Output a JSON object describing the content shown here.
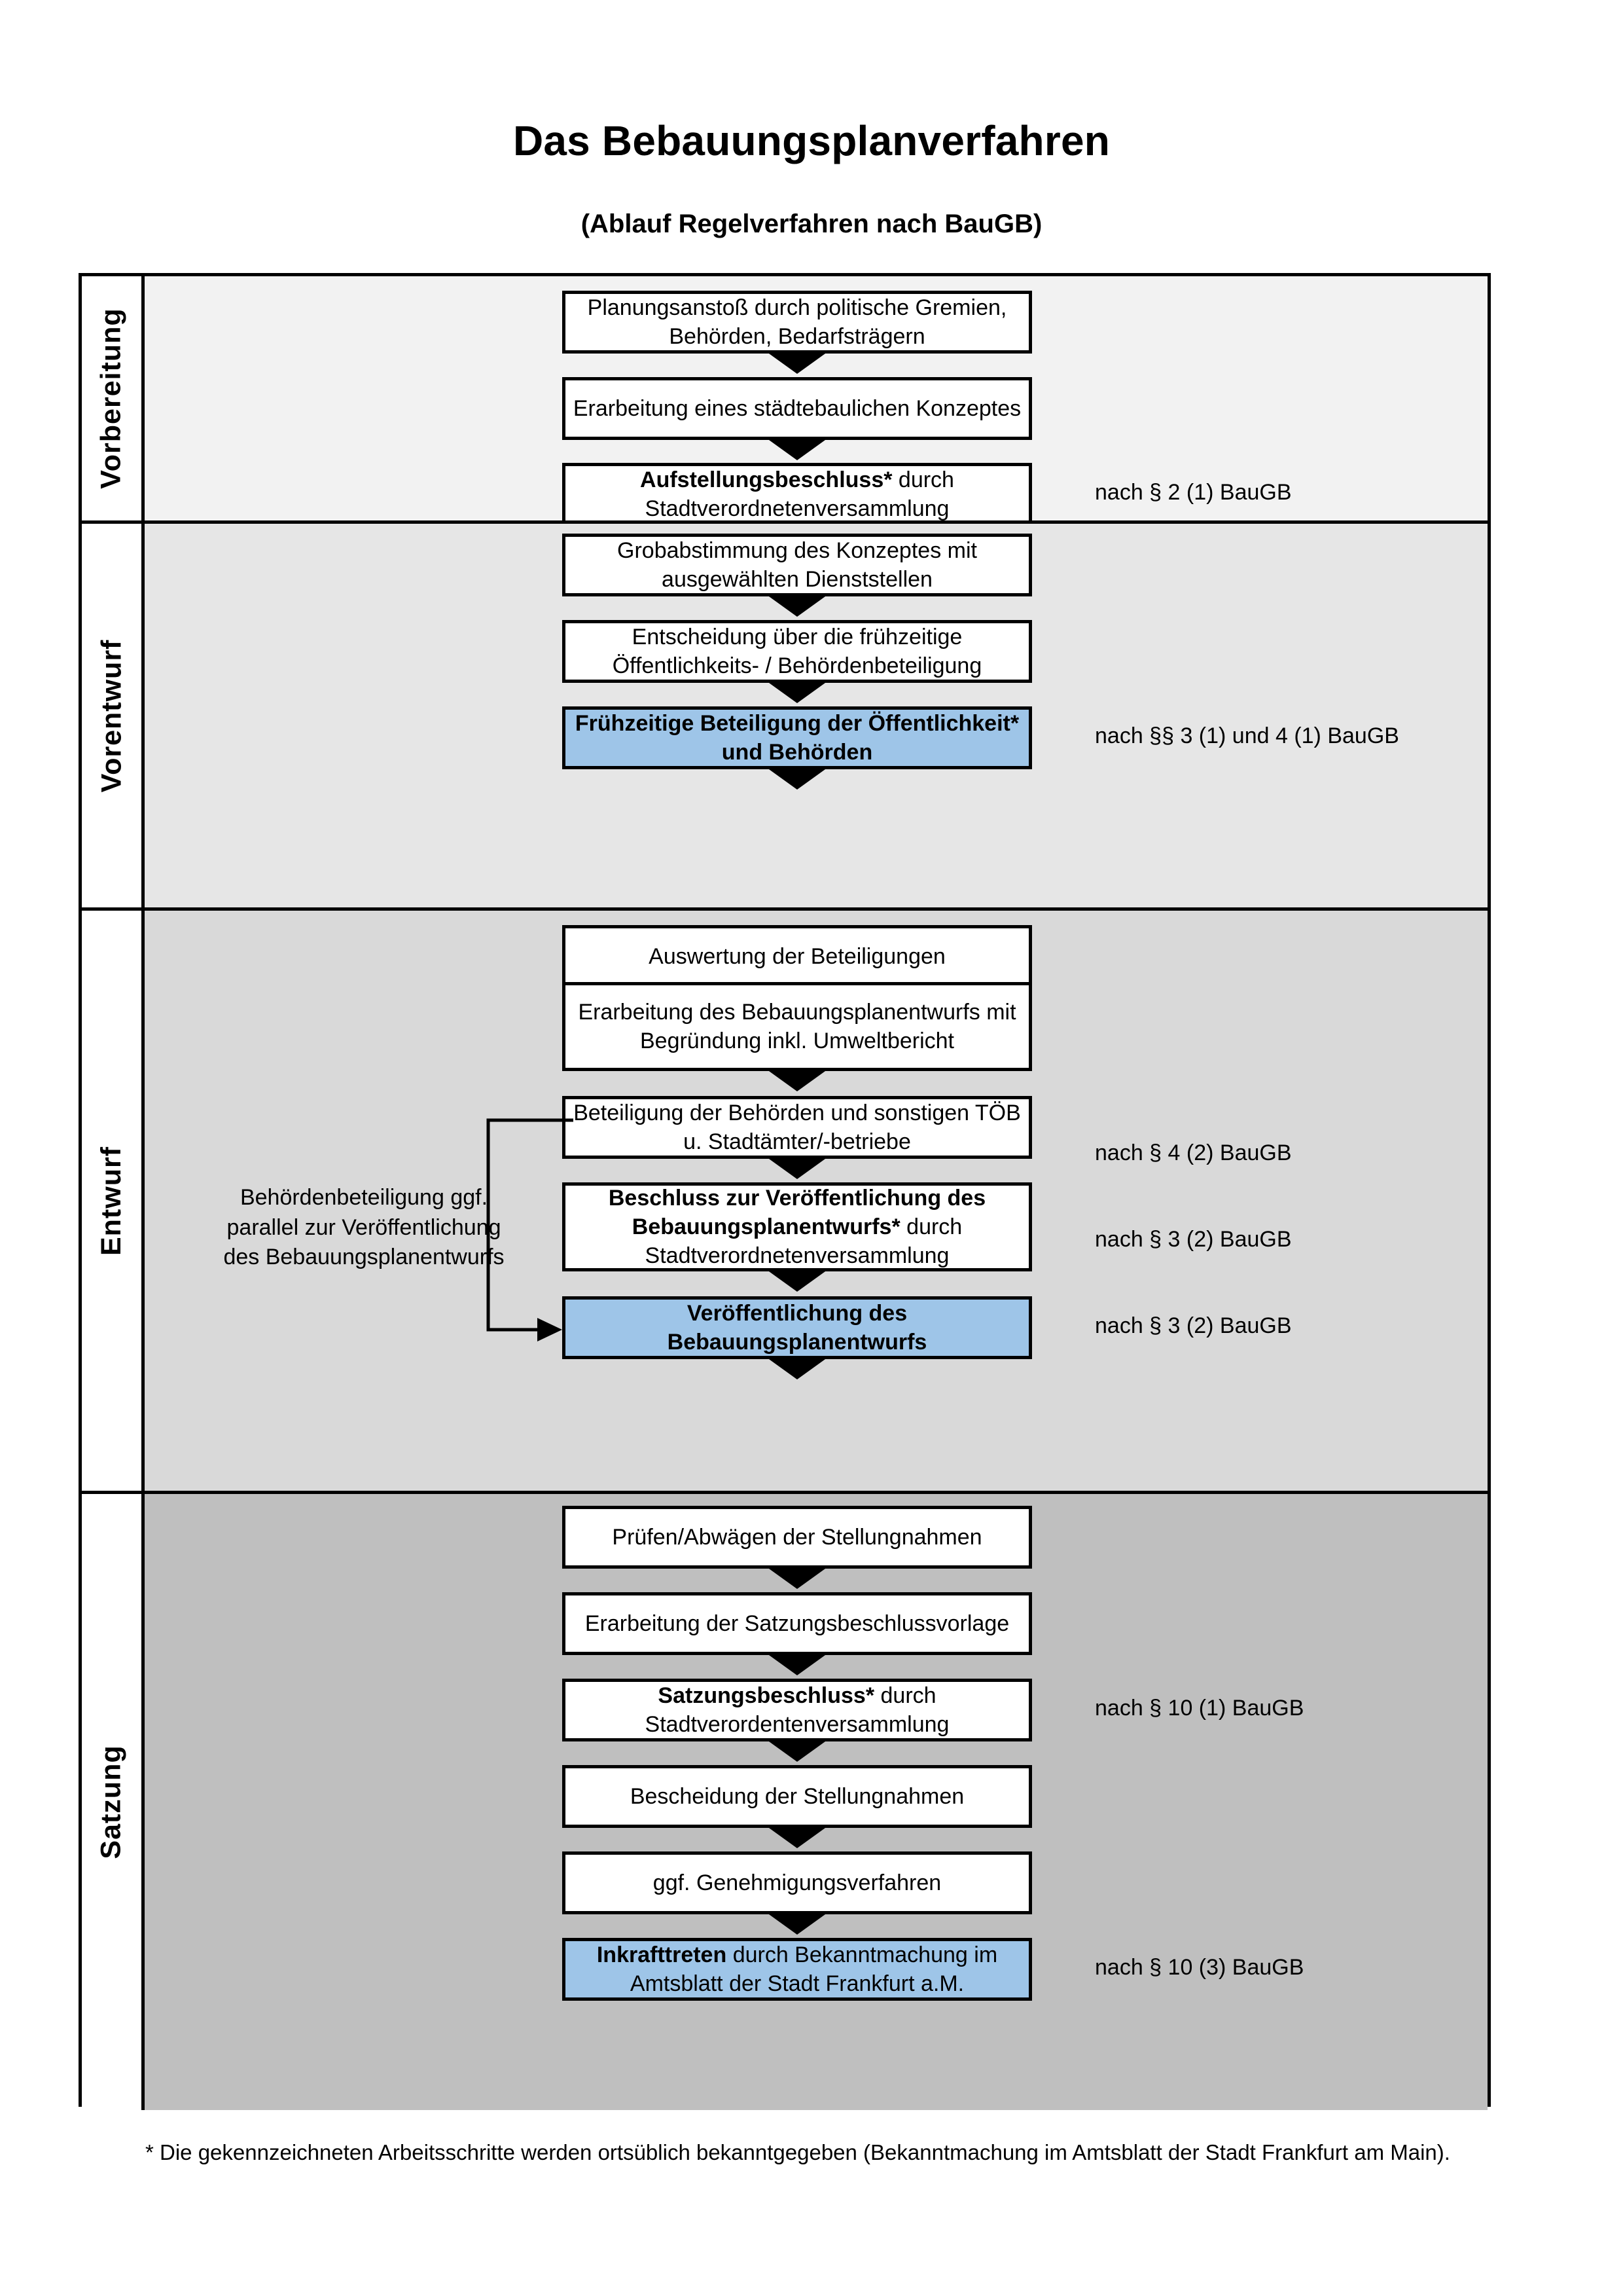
{
  "header": {
    "title": "Das Bebauungsplanverfahren",
    "subtitle": "(Ablauf Regelverfahren nach BauGB)"
  },
  "phases": [
    {
      "key": "vorbereitung",
      "label": "Vorbereitung",
      "background": "#f2f2f2",
      "steps": [
        {
          "id": "planungsanstoss",
          "text": "Planungsanstoß durch politische Gremien, Behörden, Bedarfsträgern",
          "highlight": false,
          "bold_prefix": ""
        },
        {
          "id": "staedtebauliches-konzept",
          "text": "Erarbeitung eines städtebaulichen Konzeptes",
          "highlight": false,
          "bold_prefix": ""
        },
        {
          "id": "aufstellungsbeschluss",
          "text": "durch Stadtverordnetenversammlung",
          "highlight": false,
          "bold_prefix": "Aufstellungsbeschluss*"
        }
      ],
      "notes": [
        {
          "id": "note-par2",
          "text": "nach § 2 (1) BauGB"
        }
      ]
    },
    {
      "key": "vorentwurf",
      "label": "Vorentwurf",
      "background": "#e6e6e6",
      "steps": [
        {
          "id": "grobabstimmung",
          "text": "Grobabstimmung des Konzeptes mit ausgewählten Dienststellen",
          "highlight": false,
          "bold_prefix": ""
        },
        {
          "id": "entscheidung-fruehzeitig",
          "text": "Entscheidung über die frühzeitige Öffentlichkeits- / Behördenbeteiligung",
          "highlight": false,
          "bold_prefix": ""
        },
        {
          "id": "fruehzeitige-beteiligung",
          "text": "",
          "highlight": true,
          "bold_prefix": "Frühzeitige Beteiligung der Öffentlichkeit* und Behörden"
        }
      ],
      "notes": [
        {
          "id": "note-par3-1-4-1",
          "text": "nach §§ 3 (1) und 4 (1) BauGB"
        }
      ]
    },
    {
      "key": "entwurf",
      "label": "Entwurf",
      "background": "#d9d9d9",
      "side_text": "Behördenbeteiligung ggf. parallel zur Veröffentlichung des Bebauungsplanentwurfs",
      "steps": [
        {
          "id": "auswertung-beteiligungen",
          "text": "Auswertung der Beteiligungen",
          "highlight": false,
          "bold_prefix": ""
        },
        {
          "id": "erarbeitung-bplan-entwurf",
          "text": "Erarbeitung des Bebauungsplanentwurfs mit Begründung inkl. Umweltbericht",
          "highlight": false,
          "bold_prefix": ""
        },
        {
          "id": "beteiligung-behoerden-toeb",
          "text": "Beteiligung der Behörden und sonstigen TÖB u. Stadtämter/-betriebe",
          "highlight": false,
          "bold_prefix": ""
        },
        {
          "id": "beschluss-veroeffentlichung",
          "text": "durch Stadtverordnetenversammlung",
          "highlight": false,
          "bold_prefix": "Beschluss zur Veröffentlichung des Bebauungsplanentwurfs*"
        },
        {
          "id": "veroeffentlichung-bplan-entwurf",
          "text": "",
          "highlight": true,
          "bold_prefix": "Veröffentlichung des Bebauungsplanentwurfs"
        }
      ],
      "notes": [
        {
          "id": "note-par4-2",
          "text": "nach § 4 (2) BauGB"
        },
        {
          "id": "note-par3-2-a",
          "text": "nach § 3 (2) BauGB"
        },
        {
          "id": "note-par3-2-b",
          "text": "nach § 3 (2) BauGB"
        }
      ]
    },
    {
      "key": "satzung",
      "label": "Satzung",
      "background": "#bfbfbf",
      "steps": [
        {
          "id": "pruefen-abwaegen",
          "text": "Prüfen/Abwägen der Stellungnahmen",
          "highlight": false,
          "bold_prefix": ""
        },
        {
          "id": "satzungsbeschlussvorlage",
          "text": "Erarbeitung der Satzungsbeschlussvorlage",
          "highlight": false,
          "bold_prefix": ""
        },
        {
          "id": "satzungsbeschluss",
          "text": "durch Stadtverordentenversammlung",
          "highlight": false,
          "bold_prefix": "Satzungsbeschluss*"
        },
        {
          "id": "bescheidung-stellungnahmen",
          "text": "Bescheidung der Stellungnahmen",
          "highlight": false,
          "bold_prefix": ""
        },
        {
          "id": "genehmigungsverfahren",
          "text": "ggf. Genehmigungsverfahren",
          "highlight": false,
          "bold_prefix": ""
        },
        {
          "id": "inkrafttreten",
          "text": "durch Bekanntmachung im Amtsblatt der Stadt Frankfurt a.M.",
          "highlight": true,
          "bold_prefix": "Inkrafttreten"
        }
      ],
      "notes": [
        {
          "id": "note-par10-1",
          "text": "nach § 10 (1) BauGB"
        },
        {
          "id": "note-par10-3",
          "text": "nach § 10 (3) BauGB"
        }
      ]
    }
  ],
  "footnote": "* Die gekennzeichneten Arbeitsschritte werden ortsüblich bekanntgegeben (Bekanntmachung im Amtsblatt  der Stadt Frankfurt am Main).",
  "colors": {
    "highlight_blue": "#9ec5e8",
    "border_black": "#000000",
    "phase1_bg": "#f2f2f2",
    "phase2_bg": "#e6e6e6",
    "phase3_bg": "#d9d9d9",
    "phase4_bg": "#bfbfbf"
  }
}
